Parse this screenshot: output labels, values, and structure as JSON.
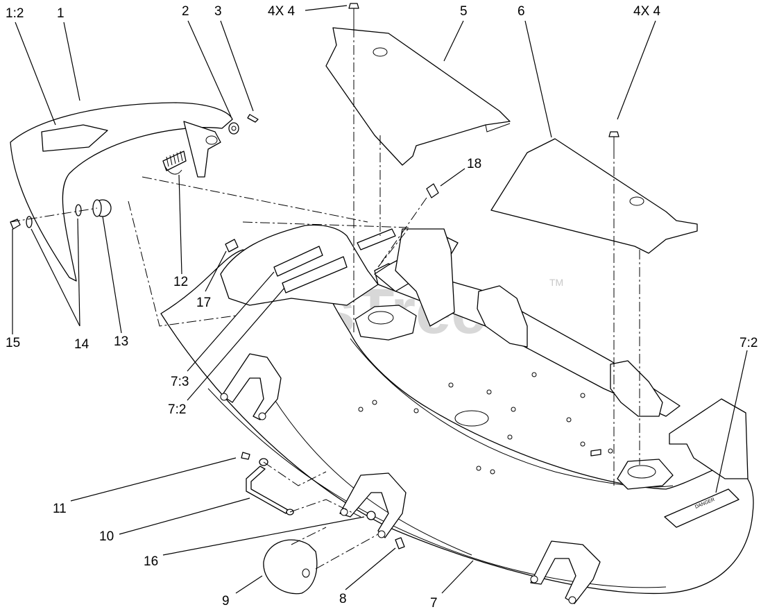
{
  "watermark": {
    "text": "PartsTree",
    "mark": "TM"
  },
  "decals": {
    "danger": "DANGER"
  },
  "callouts": {
    "c1_2": "1:2",
    "c1": "1",
    "c2": "2",
    "c3": "3",
    "c4x4_left": "4X 4",
    "c5": "5",
    "c6": "6",
    "c4x4_right": "4X 4",
    "c18": "18",
    "c12": "12",
    "c17": "17",
    "c15": "15",
    "c14": "14",
    "c13": "13",
    "c7_3": "7:3",
    "c7_2_left": "7:2",
    "c7_2_right": "7:2",
    "c11": "11",
    "c10": "10",
    "c16": "16",
    "c9": "9",
    "c8": "8",
    "c7": "7"
  }
}
